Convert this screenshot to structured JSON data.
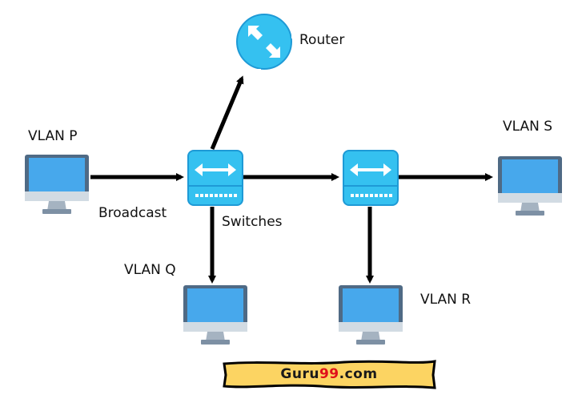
{
  "diagram": {
    "title": "VLAN broadcast through switches",
    "nodes": {
      "router": {
        "label": "Router",
        "icon": "router-icon"
      },
      "switch_a": {
        "icon": "switch-icon"
      },
      "switch_b": {
        "icon": "switch-icon"
      },
      "vlan_p": {
        "label": "VLAN P",
        "icon": "computer-icon"
      },
      "vlan_q": {
        "label": "VLAN Q",
        "icon": "computer-icon"
      },
      "vlan_r": {
        "label": "VLAN R",
        "icon": "computer-icon"
      },
      "vlan_s": {
        "label": "VLAN S",
        "icon": "computer-icon"
      }
    },
    "edges": [
      {
        "from": "vlan_p",
        "to": "switch_a"
      },
      {
        "from": "switch_a",
        "to": "router"
      },
      {
        "from": "switch_a",
        "to": "switch_b"
      },
      {
        "from": "switch_a",
        "to": "vlan_q"
      },
      {
        "from": "switch_b",
        "to": "vlan_r"
      },
      {
        "from": "switch_b",
        "to": "vlan_s"
      }
    ],
    "annotations": {
      "broadcast": "Broadcast",
      "switches": "Switches"
    },
    "colors": {
      "router": "#35c1f0",
      "switch": "#35c1f0",
      "switch_border": "#1e9ad6",
      "monitor_frame": "#4f6a85",
      "monitor_screen": "#47a8ec",
      "monitor_base": "#d2dbe3",
      "monitor_stand": "#7d90a4",
      "arrow": "#000000",
      "banner": "#fcd462",
      "brand_accent": "#e0101a"
    }
  },
  "watermark": {
    "prefix": "Guru",
    "accent": "99",
    "suffix": ".com"
  }
}
